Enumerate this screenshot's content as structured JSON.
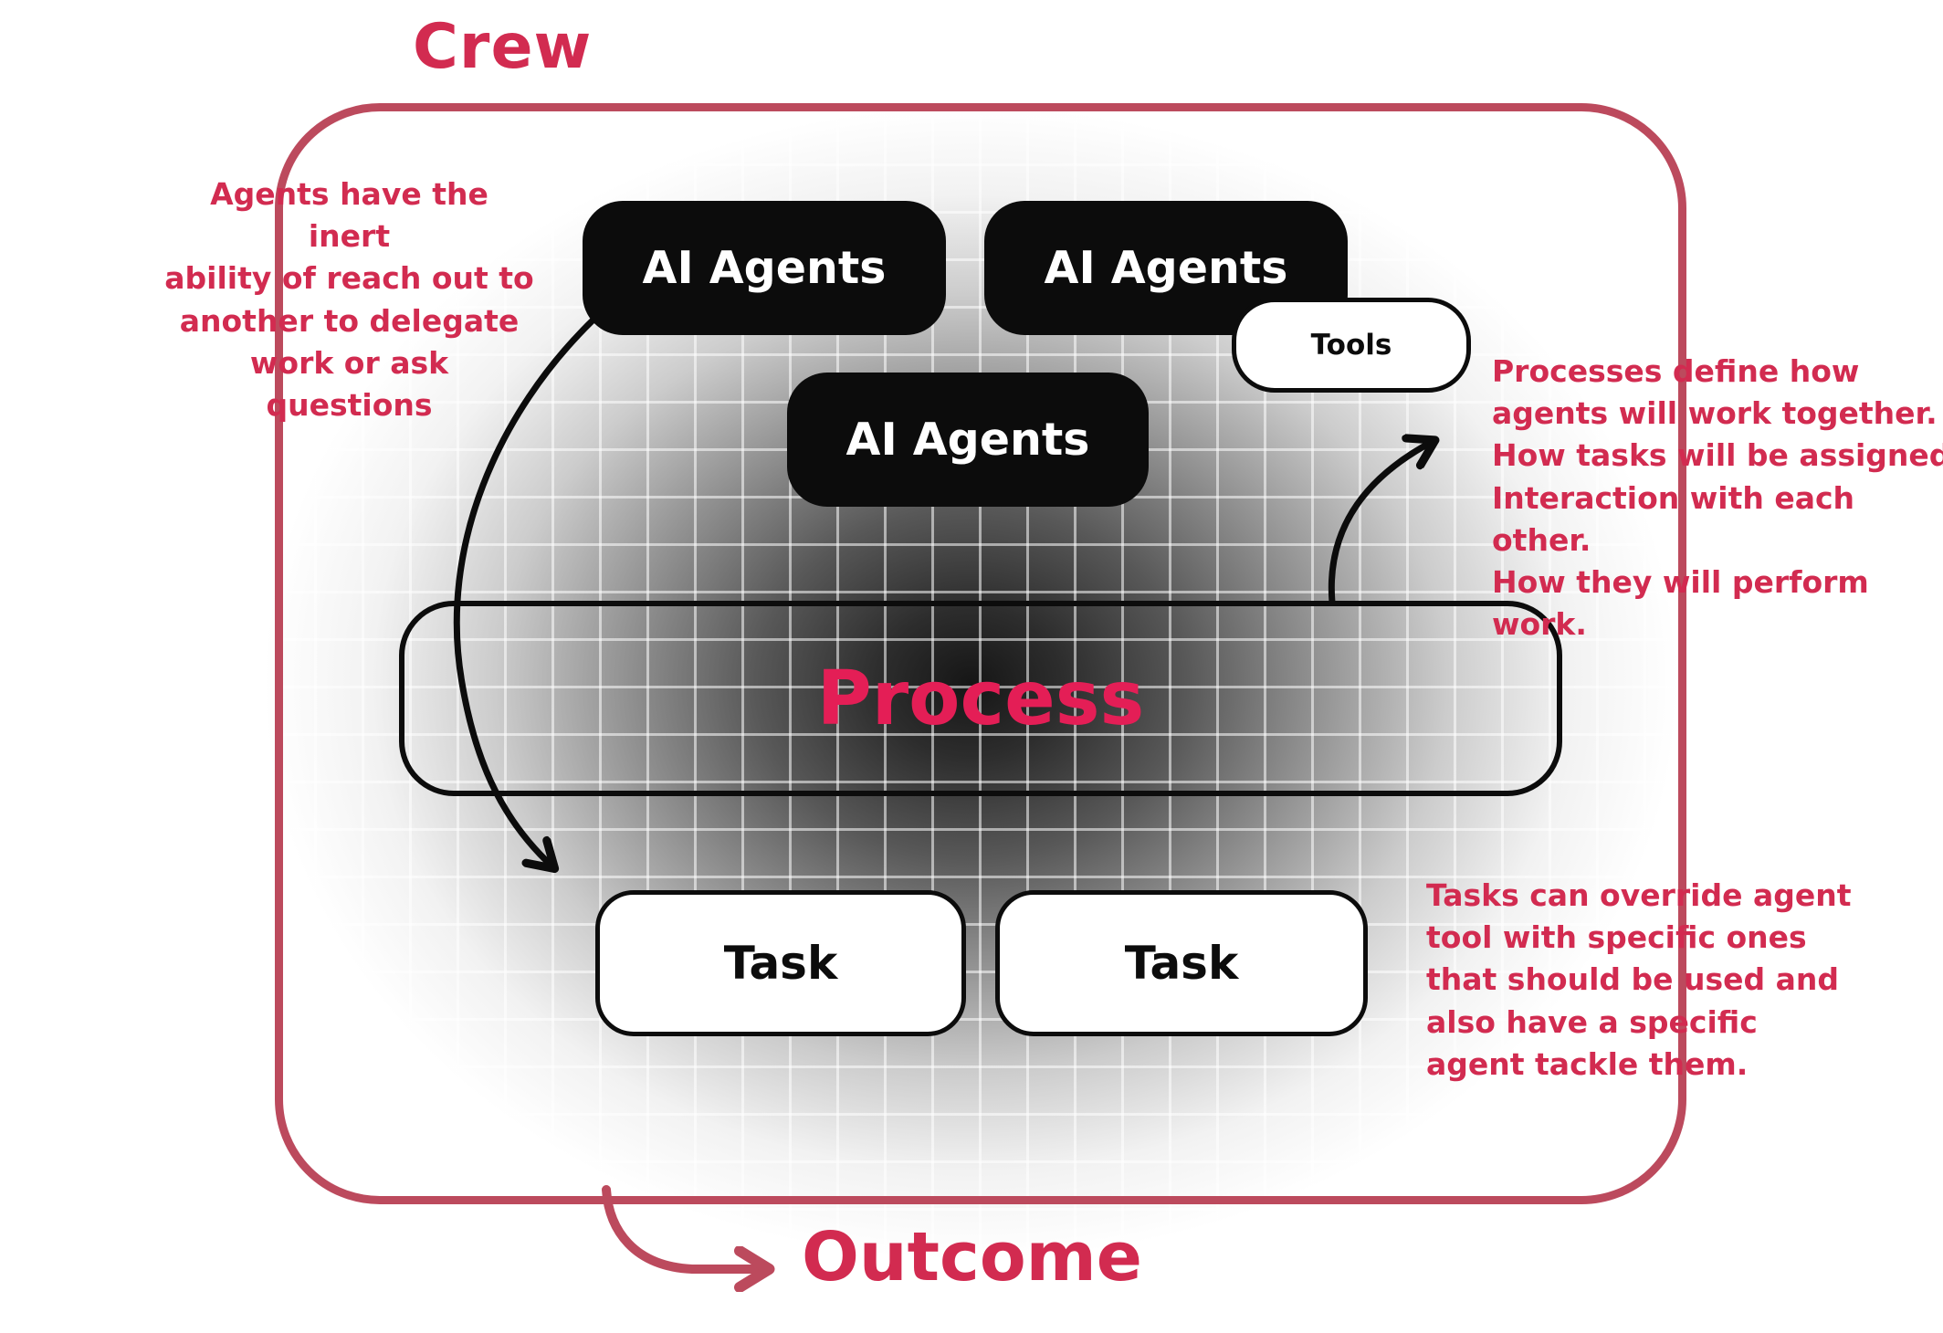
{
  "colors": {
    "crimson": "#d22b50",
    "border_red": "#bc4a5d",
    "process_red": "#e41e56",
    "box_black": "#0c0c0c"
  },
  "title": "Crew",
  "outcome_label": "Outcome",
  "agent_boxes": [
    {
      "label": "AI Agents"
    },
    {
      "label": "AI Agents"
    },
    {
      "label": "AI Agents"
    }
  ],
  "tools_label": "Tools",
  "process_label": "Process",
  "task_boxes": [
    {
      "label": "Task"
    },
    {
      "label": "Task"
    }
  ],
  "annotations": {
    "left": "Agents have the inert\nability of reach out to\nanother to delegate\nwork or ask questions",
    "right_top": "Processes define how\nagents will work together.\nHow tasks will be assigned.\nInteraction with each other.\nHow they will perform work.",
    "right_bottom": "Tasks can override agent\ntool with specific ones\nthat should be used and\nalso have a specific\nagent tackle them."
  }
}
